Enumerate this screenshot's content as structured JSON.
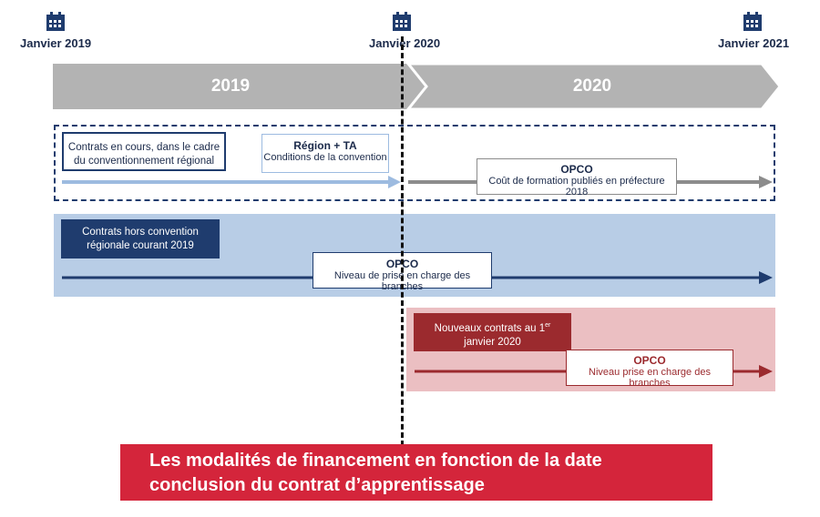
{
  "timeline": {
    "dates": [
      "Janvier 2019",
      "Janvier 2020",
      "Janvier 2021"
    ],
    "years": [
      "2019",
      "2020"
    ]
  },
  "row1": {
    "label_line1": "Contrats en cours, dans le cadre",
    "label_line2": "du conventionnement régional",
    "region_title": "Région + TA",
    "region_sub": "Conditions de la convention",
    "opco_title": "OPCO",
    "opco_sub": "Coût de formation publiés en préfecture 2018"
  },
  "row2": {
    "label_line1": "Contrats hors convention",
    "label_line2": "régionale courant 2019",
    "opco_title": "OPCO",
    "opco_sub": "Niveau de prise en charge des branches"
  },
  "row3": {
    "label_line1": "Nouveaux contrats au 1",
    "label_sup": "er",
    "label_line2": "janvier 2020",
    "opco_title": "OPCO",
    "opco_sub": "Niveau prise en charge des branches"
  },
  "footer": {
    "line1": "Les modalités de financement en fonction de la date",
    "line2": "conclusion du contrat d’apprentissage"
  },
  "colors": {
    "navy": "#1f3c6e",
    "grey_banner": "#b3b3b3",
    "light_blue_band": "#b8cde6",
    "pink_band": "#ebbfc2",
    "dark_red": "#9b2a2e",
    "footer_red": "#d4253b"
  }
}
